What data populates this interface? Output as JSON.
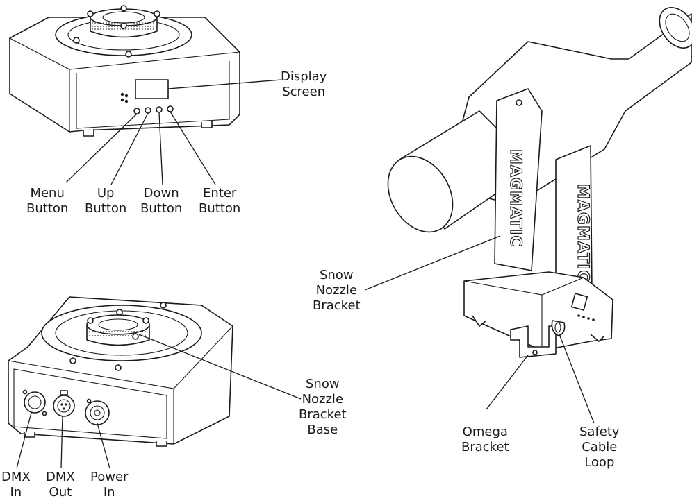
{
  "brand_text": "MAGMATIC",
  "labels": {
    "display_screen": [
      "Display",
      "Screen"
    ],
    "menu_button": [
      "Menu",
      "Button"
    ],
    "up_button": [
      "Up",
      "Button"
    ],
    "down_button": [
      "Down",
      "Button"
    ],
    "enter_button": [
      "Enter",
      "Button"
    ],
    "snow_nozzle_bracket": [
      "Snow",
      "Nozzle",
      "Bracket"
    ],
    "snow_nozzle_bracket_base": [
      "Snow",
      "Nozzle",
      "Bracket",
      "Base"
    ],
    "dmx_in": [
      "DMX",
      "In"
    ],
    "dmx_out": [
      "DMX",
      "Out"
    ],
    "power_in": [
      "Power",
      "In"
    ],
    "omega_bracket": [
      "Omega",
      "Bracket"
    ],
    "safety_cable_loop": [
      "Safety",
      "Cable",
      "Loop"
    ]
  }
}
